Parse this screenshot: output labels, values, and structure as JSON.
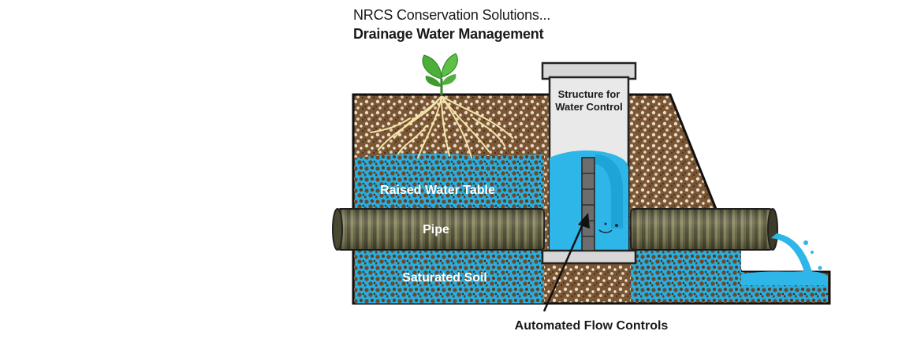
{
  "header": {
    "line1": "NRCS Conservation Solutions...",
    "line2": "Drainage Water Management"
  },
  "labels": {
    "structure_line1": "Structure for",
    "structure_line2": "Water Control",
    "raised_water_table": "Raised Water Table",
    "pipe": "Pipe",
    "saturated_soil": "Saturated Soil",
    "automated_flow_controls": "Automated Flow Controls"
  },
  "colors": {
    "soil": "#6b4a2c",
    "water": "#2fb6e8",
    "pipe": "#6b6a48",
    "structure": "#e3e3e3",
    "plant": "#4caf3a"
  },
  "icons": [
    "plant-seedling-icon",
    "arrow-pointer-icon"
  ]
}
